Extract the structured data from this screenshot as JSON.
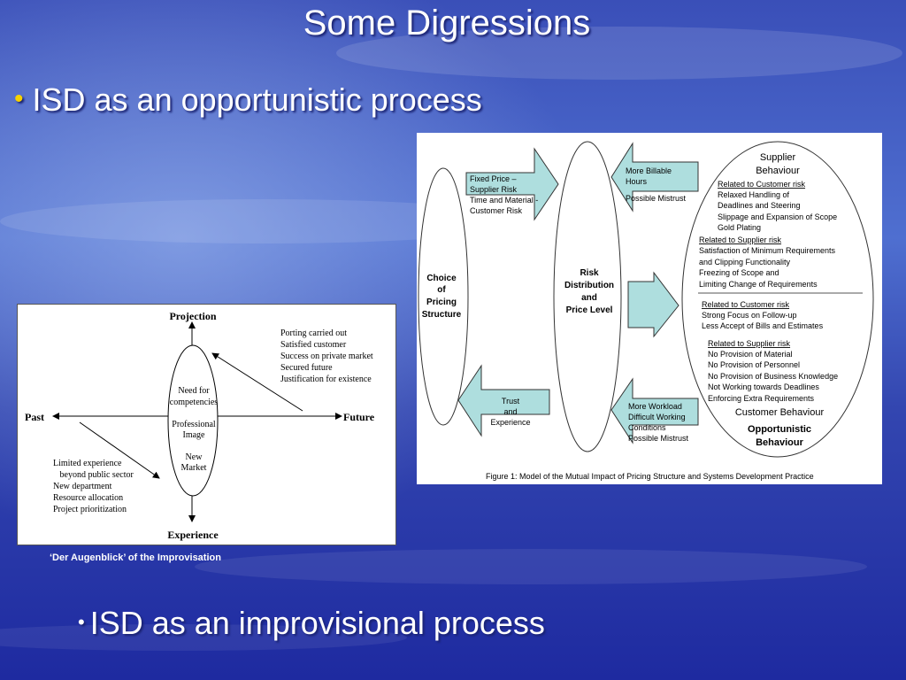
{
  "slide": {
    "title": "Some Digressions",
    "bullet1": "ISD as an opportunistic process",
    "bullet2": "ISD as an improvisional process",
    "bullet_marker": "•",
    "colors": {
      "background": "#2a3aa8",
      "bullet_yellow": "#f7d200",
      "arrow_fill": "#aedede",
      "text": "#ffffff"
    }
  },
  "improv_diagram": {
    "top_label": "Projection",
    "bottom_label": "Experience",
    "left_label": "Past",
    "right_label": "Future",
    "center_lines": [
      "Need for",
      "competencies",
      "",
      "Professional",
      "Image",
      "",
      "New",
      "Market"
    ],
    "upper_right_notes": [
      "Porting carried out",
      "Satisfied customer",
      "Success on private market",
      "Secured future",
      "Justification for existence"
    ],
    "lower_left_notes": [
      "Limited experience",
      "   beyond public sector",
      "New department",
      "Resource allocation",
      "Project prioritization"
    ],
    "caption": "‘Der Augenblick’  of the Improvisation"
  },
  "pricing_diagram": {
    "left_oval": [
      "Choice",
      "of",
      "Pricing",
      "Structure"
    ],
    "middle_oval": [
      "Risk",
      "Distribution",
      "and",
      "Price Level"
    ],
    "arrow_top_right": [
      "Fixed Price –",
      "Supplier Risk",
      "Time and Material -",
      "Customer Risk"
    ],
    "arrow_top_left": [
      "More Billable",
      "Hours",
      "",
      "Possible Mistrust"
    ],
    "arrow_bottom_left": [
      "Trust",
      "and",
      "Experience"
    ],
    "arrow_bottom_right": [
      "More Workload",
      "Difficult Working",
      "Conditions",
      "Possible Mistrust"
    ],
    "supplier_title": [
      "Supplier",
      "Behaviour"
    ],
    "supplier_customer_risk_heading": "Related to Customer risk",
    "supplier_customer_risk_items": [
      "Relaxed Handling of",
      "Deadlines and Steering",
      "Slippage and Expansion of Scope",
      "Gold Plating"
    ],
    "supplier_supplier_risk_heading": "Related to Supplier risk",
    "supplier_supplier_risk_items": [
      "Satisfaction of Minimum Requirements",
      "and Clipping Functionality",
      "Freezing of Scope and",
      "Limiting Change of Requirements"
    ],
    "customer_customer_risk_heading": "Related to Customer risk",
    "customer_customer_risk_items": [
      "Strong Focus on Follow-up",
      "Less Accept of Bills and Estimates"
    ],
    "customer_supplier_risk_heading": "Related to Supplier risk",
    "customer_supplier_risk_items": [
      "No Provision of Material",
      "No Provision of Personnel",
      "No Provision of Business Knowledge",
      "Not Working towards Deadlines",
      "Enforcing Extra Requirements"
    ],
    "customer_title": "Customer Behaviour",
    "opportunistic_title": [
      "Opportunistic",
      "Behaviour"
    ],
    "caption": "Figure 1: Model  of the Mutual Impact of Pricing Structure and Systems Development Practice"
  }
}
